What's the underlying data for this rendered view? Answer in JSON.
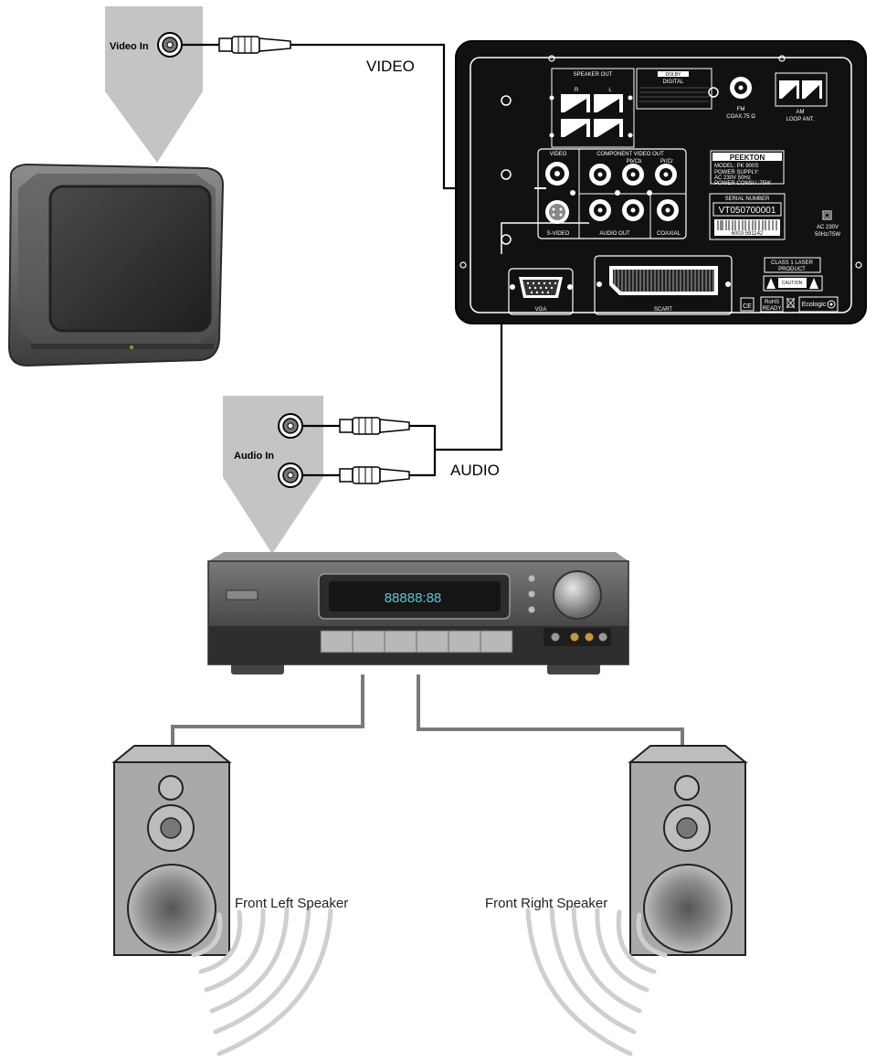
{
  "labels": {
    "video_in": "Video In",
    "video": "VIDEO",
    "audio_in": "Audio In",
    "audio": "AUDIO",
    "front_left": "Front Left Speaker",
    "front_right": "Front Right Speaker"
  },
  "panel": {
    "speaker_out": "SPEAKER OUT",
    "r": "R",
    "l": "L",
    "dolby": "DOLBY",
    "digital": "DIGITAL",
    "fm": "FM",
    "coax": "COAX.75 Ω",
    "am": "AM",
    "loop_ant": "LOOP ANT.",
    "video": "VIDEO",
    "component_video_out": "COMPONENT VIDEO OUT",
    "pb_cb": "Pb/Cb",
    "pr_cr": "Pr/Cr",
    "s_video": "S-VIDEO",
    "audio_out": "AUDIO OUT",
    "coaxial": "COAXIAL",
    "brand": "PEEKTON",
    "model": "MODEL: PK 900S",
    "power_supply": "POWER SUPPLY:",
    "ac_supply": "AC 230V 50Hz",
    "power_consu": "POWER CONSU.:75W",
    "serial_number": "SERIAL NUMBER",
    "serial_value": "VT050700001",
    "barcode_digits": "6003  591142",
    "ac_rating_1": "AC 230V",
    "ac_rating_2": "50Hz/75W",
    "class_laser_1": "CLASS 1 LASER",
    "class_laser_2": "PRODUCT",
    "caution": "CAUTION",
    "vga": "VGA",
    "scart": "SCART",
    "ce": "CE",
    "rohs_1": "RoHS",
    "rohs_2": "READY",
    "ecologic": "Ecologic"
  },
  "receiver": {
    "display": "88888:88"
  },
  "colors": {
    "panel": "#111111",
    "cable": "#000000",
    "speaker_wire": "#7a7a7a",
    "callout": "#c4c4c4",
    "speaker_box": "#a9a9a9",
    "receiver_body": "#5a5a5a",
    "display_text": "#54c8d6"
  }
}
